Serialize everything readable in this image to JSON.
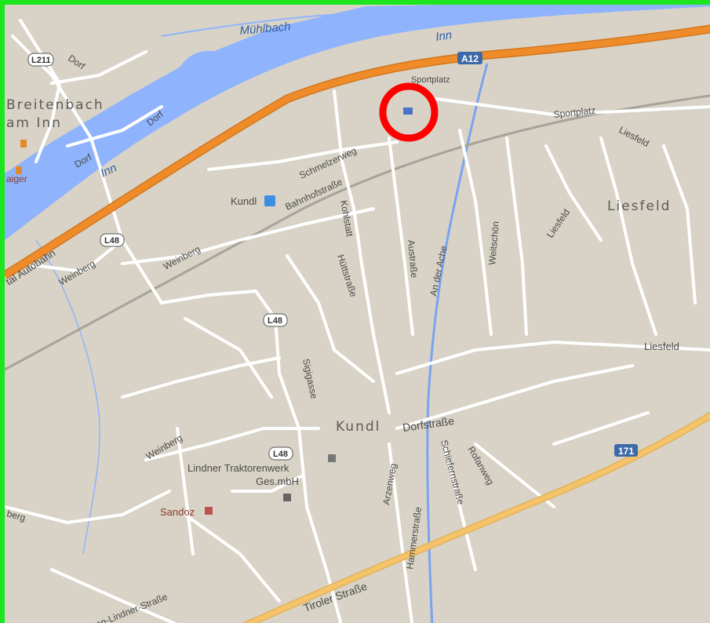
{
  "water": {
    "river_inn": "Inn",
    "stream_muehlbach": "Mühlbach"
  },
  "places": {
    "breitenbach_line1": "Breitenbach",
    "breitenbach_line2": "am Inn",
    "kundl_town": "Kundl",
    "liesfeld_area": "Liesfeld",
    "kundl_station": "Kundl"
  },
  "highways": {
    "a12_shield": "A12",
    "a12_name": "tal Autobahn",
    "b171_shield": "171",
    "b171_name": "Tiroler Straße"
  },
  "route_markers": {
    "l211": "L211",
    "l48_north": "L48",
    "l48_mid": "L48",
    "l48_south": "L48"
  },
  "streets": {
    "dorf_1": "Dorf",
    "dorf_2": "Dorf",
    "dorf_3": "Dorf",
    "sportplatz_1": "Sportplatz",
    "sportplatz_2": "Sportplatz",
    "schmelzerweg": "Schmelzerweg",
    "bahnhofstrasse": "Bahnhofstraße",
    "kohlstatt": "Kohlstatt",
    "huettstrasse": "Hüttstraße",
    "austrasse": "Austraße",
    "an_der_ache": "An der Ache",
    "weitschoen": "Weitschön",
    "liesfeld_street_1": "Liesfeld",
    "liesfeld_street_2": "Liesfeld",
    "liesfeld_street_3": "Liesfeld",
    "weinberg_1": "Weinberg",
    "weinberg_2": "Weinberg",
    "weinberg_3": "Weinberg",
    "weinberg_4": "berg",
    "sigigasse": "Sigigasse",
    "dorfstrasse": "Dorfstraße",
    "arzenweg": "Arzenweg",
    "hammerstrasse": "Hammerstraße",
    "schiefernstrasse": "Schiefernstraße",
    "rofanweg": "Rofanweg",
    "lindner_strasse": "nn-Lindner-Straße"
  },
  "pois": {
    "lindner_line1": "Lindner Traktorenwerk",
    "lindner_line2": "Ges.mbH",
    "sandoz": "Sandoz",
    "raiger": "aiger"
  },
  "colors": {
    "land": "#d8d3c6",
    "road": "#ffffff",
    "motorway": "#f08b2a",
    "primary": "#f5c46a",
    "river": "#8fb4fd",
    "railway": "#a8a39a",
    "highlight_circle": "#ff0000",
    "frame": "#1ee61e"
  },
  "icons": {
    "train_station": "train-station-icon",
    "sports_venue": "building-icon",
    "church": "church-icon",
    "factory": "factory-icon",
    "sandoz_shop": "shop-icon",
    "restaurant": "fork-knife-icon"
  }
}
